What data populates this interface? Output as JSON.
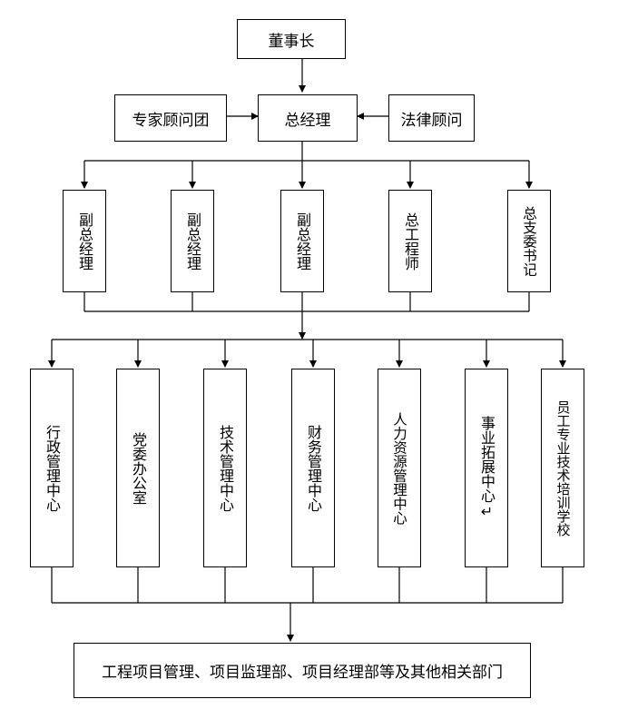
{
  "nodes": {
    "chairman": "董事长",
    "general_manager": "总经理",
    "expert_team": "专家顾问团",
    "legal_advisor": "法律顾问",
    "deputy_1": "副总经理",
    "deputy_2": "副总经理",
    "deputy_3": "副总经理",
    "chief_engineer": "总工程师",
    "party_secretary": "总支委书记",
    "admin_center": "行政管理中心",
    "party_office": "党委办公室",
    "tech_center": "技术管理中心",
    "finance_center": "财务管理中心",
    "hr_center": "人力资源管理中心",
    "business_center": "事业拓展中心↵",
    "training_school": "员工专业技术培训学校",
    "bottom": "工程项目管理、项目监理部、项目经理部等及其他相关部门"
  }
}
